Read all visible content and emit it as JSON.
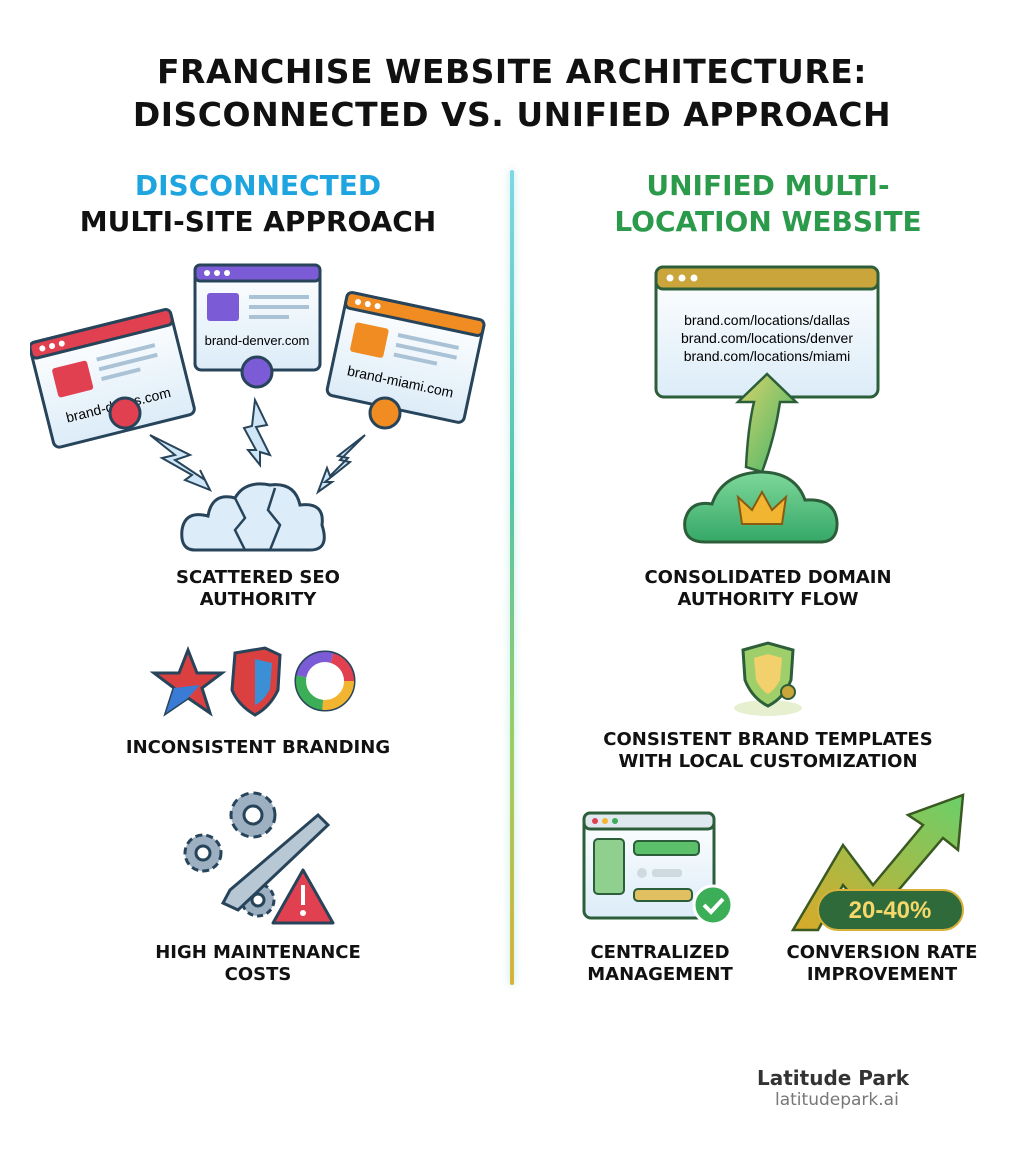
{
  "title": {
    "line1": "FRANCHISE WEBSITE ARCHITECTURE:",
    "line2": "DISCONNECTED VS. UNIFIED APPROACH"
  },
  "left": {
    "heading_accent": "DISCONNECTED",
    "heading_rest": "MULTI-SITE APPROACH",
    "accent_color": "#1ea5df",
    "sites": [
      {
        "domain": "brand-dallas.com",
        "color": "#e0404f"
      },
      {
        "domain": "brand-denver.com",
        "color": "#7b5bd6"
      },
      {
        "domain": "brand-miami.com",
        "color": "#f08c22"
      }
    ],
    "items": [
      {
        "line1": "SCATTERED SEO",
        "line2": "AUTHORITY",
        "icon": "broken-cloud-icon"
      },
      {
        "line1": "INCONSISTENT BRANDING",
        "line2": "",
        "icon": "mismatched-logos-icon"
      },
      {
        "line1": "HIGH MAINTENANCE",
        "line2": "COSTS",
        "icon": "gears-wrench-warning-icon"
      }
    ]
  },
  "right": {
    "heading_line1": "UNIFIED MULTI-",
    "heading_line2": "LOCATION WEBSITE",
    "accent_color": "#2c9a4b",
    "urls": [
      "brand.com/locations/dallas",
      "brand.com/locations/denver",
      "brand.com/locations/miami"
    ],
    "items": [
      {
        "line1": "CONSOLIDATED DOMAIN",
        "line2": "AUTHORITY FLOW",
        "icon": "crown-cloud-icon"
      },
      {
        "line1": "CONSISTENT BRAND TEMPLATES",
        "line2": "WITH LOCAL CUSTOMIZATION",
        "icon": "shield-pin-icon"
      },
      {
        "line1": "CENTRALIZED",
        "line2": "MANAGEMENT",
        "icon": "dashboard-check-icon"
      },
      {
        "line1": "CONVERSION RATE",
        "line2": "IMPROVEMENT",
        "icon": "growth-arrow-icon",
        "badge": "20-40%"
      }
    ]
  },
  "footer": {
    "brand": "Latitude Park",
    "url": "latitudepark.ai"
  }
}
